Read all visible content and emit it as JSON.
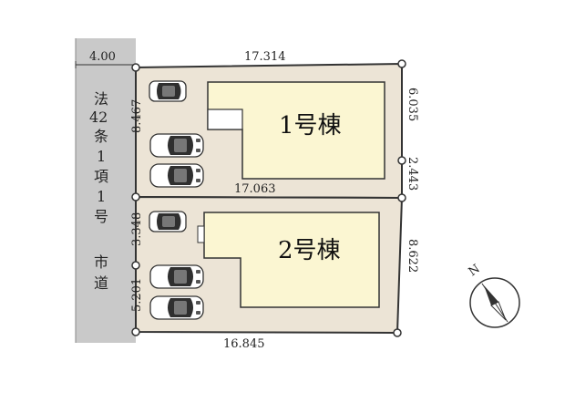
{
  "road": {
    "width_label": "4.00",
    "name_chars": [
      "法",
      "42",
      "条",
      "1",
      "項",
      "1",
      "号"
    ],
    "type_chars": [
      "市",
      "道"
    ]
  },
  "lot1": {
    "building_label": "1号棟",
    "dims": {
      "top": "17.314",
      "left": "8.467",
      "right": "6.035",
      "right_lower": "2.443",
      "bottom": "17.063"
    }
  },
  "lot2": {
    "building_label": "2号棟",
    "dims": {
      "left_upper": "3.348",
      "left_lower": "5.201",
      "right": "8.622",
      "bottom": "16.845"
    }
  },
  "compass": {
    "label": "N"
  },
  "colors": {
    "lot_fill": "#ece4d6",
    "building_fill": "#fbf6d2",
    "road_fill": "#c9c9c9",
    "line": "#333333"
  }
}
